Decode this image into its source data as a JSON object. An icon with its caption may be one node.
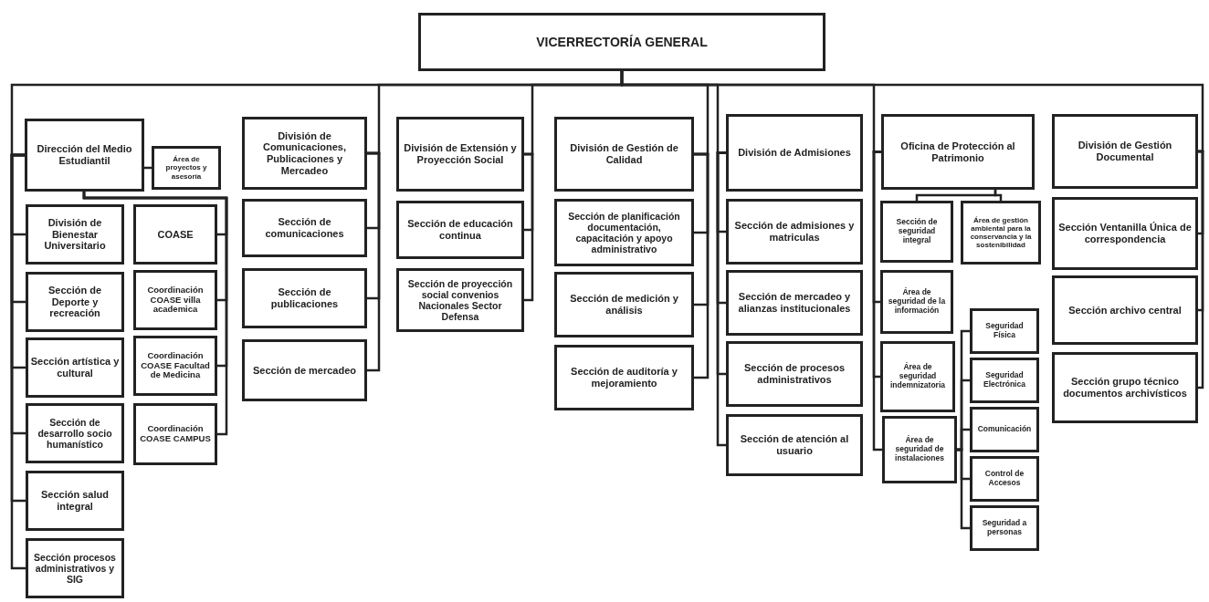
{
  "diagram": {
    "nodes": [
      {
        "text": [
          "VICERRECTORÍA GENERAL"
        ]
      },
      {
        "text": [
          "Dirección del Medio Estudiantil"
        ]
      },
      {
        "text": [
          "Área de proyectos y asesoría"
        ]
      },
      {
        "text": [
          "División de Bienestar Universitario"
        ]
      },
      {
        "text": [
          "Sección de Deporte y recreación"
        ]
      },
      {
        "text": [
          "Sección artística y cultural"
        ]
      },
      {
        "text": [
          "Sección de desarrollo socio humanístico"
        ]
      },
      {
        "text": [
          "Sección salud integral"
        ]
      },
      {
        "text": [
          "Sección procesos administrativos y SIG"
        ]
      },
      {
        "text": [
          "COASE"
        ]
      },
      {
        "text": [
          "Coordinación COASE villa academica"
        ]
      },
      {
        "text": [
          "Coordinación COASE Facultad de Medicina"
        ]
      },
      {
        "text": [
          "Coordinación COASE CAMPUS"
        ]
      },
      {
        "text": [
          "División de Comunicaciones, Publicaciones y Mercadeo"
        ]
      },
      {
        "text": [
          "Sección de comunicaciones"
        ]
      },
      {
        "text": [
          "Sección de publicaciones"
        ]
      },
      {
        "text": [
          "Sección de mercadeo"
        ]
      },
      {
        "text": [
          "División de Extensión y Proyección Social"
        ]
      },
      {
        "text": [
          "Sección de educación continua"
        ]
      },
      {
        "text": [
          "Sección de proyección social convenios Nacionales Sector Defensa"
        ]
      },
      {
        "text": [
          "División de Gestión de Calidad"
        ]
      },
      {
        "text": [
          "Sección de planificación documentación, capacitación y apoyo administrativo"
        ]
      },
      {
        "text": [
          "Sección de medición y análisis"
        ]
      },
      {
        "text": [
          "Sección de auditoría y mejoramiento"
        ]
      },
      {
        "text": [
          "División de Admisiones"
        ]
      },
      {
        "text": [
          "Sección de admisiones y matriculas"
        ]
      },
      {
        "text": [
          "Sección de mercadeo y alianzas institucionales"
        ]
      },
      {
        "text": [
          "Sección de procesos administrativos"
        ]
      },
      {
        "text": [
          "Sección de atención al usuario"
        ]
      },
      {
        "text": [
          "Oficina de Protección al Patrimonio"
        ]
      },
      {
        "text": [
          "Sección de seguridad integral"
        ]
      },
      {
        "text": [
          "Área de gestión ambiental para la conservancia y la sostenibilidad"
        ]
      },
      {
        "text": [
          "Área de seguridad de la información"
        ]
      },
      {
        "text": [
          "Área de seguridad indemnizatoria"
        ]
      },
      {
        "text": [
          "Área de seguridad de instalaciones"
        ]
      },
      {
        "text": [
          "Seguridad Física"
        ]
      },
      {
        "text": [
          "Seguridad Electrónica"
        ]
      },
      {
        "text": [
          "Comunicación"
        ]
      },
      {
        "text": [
          "Control de Accesos"
        ]
      },
      {
        "text": [
          "Seguridad a personas"
        ]
      },
      {
        "text": [
          "División de Gestión Documental"
        ]
      },
      {
        "text": [
          "Sección Ventanilla Única de correspondencia"
        ]
      },
      {
        "text": [
          "Sección archivo central"
        ]
      },
      {
        "text": [
          "Sección  grupo técnico documentos archivísticos"
        ]
      }
    ],
    "edges": [
      {
        "from": 0,
        "to": 1,
        "arrow": "none"
      },
      {
        "from": 0,
        "to": 13,
        "arrow": "none"
      },
      {
        "from": 0,
        "to": 17,
        "arrow": "none"
      },
      {
        "from": 0,
        "to": 20,
        "arrow": "none"
      },
      {
        "from": 0,
        "to": 24,
        "arrow": "none"
      },
      {
        "from": 0,
        "to": 29,
        "arrow": "none"
      },
      {
        "from": 0,
        "to": 40,
        "arrow": "none"
      },
      {
        "from": 1,
        "to": 2,
        "arrow": "none"
      },
      {
        "from": 1,
        "to": 3,
        "arrow": "none"
      },
      {
        "from": 1,
        "to": 4,
        "arrow": "none"
      },
      {
        "from": 1,
        "to": 5,
        "arrow": "none"
      },
      {
        "from": 1,
        "to": 6,
        "arrow": "none"
      },
      {
        "from": 1,
        "to": 7,
        "arrow": "none"
      },
      {
        "from": 1,
        "to": 8,
        "arrow": "none"
      },
      {
        "from": 1,
        "to": 9,
        "arrow": "none"
      },
      {
        "from": 1,
        "to": 10,
        "arrow": "none"
      },
      {
        "from": 1,
        "to": 11,
        "arrow": "none"
      },
      {
        "from": 1,
        "to": 12,
        "arrow": "none"
      },
      {
        "from": 13,
        "to": 14,
        "arrow": "none"
      },
      {
        "from": 13,
        "to": 15,
        "arrow": "none"
      },
      {
        "from": 13,
        "to": 16,
        "arrow": "none"
      },
      {
        "from": 17,
        "to": 18,
        "arrow": "none"
      },
      {
        "from": 17,
        "to": 19,
        "arrow": "none"
      },
      {
        "from": 20,
        "to": 21,
        "arrow": "none"
      },
      {
        "from": 20,
        "to": 22,
        "arrow": "none"
      },
      {
        "from": 20,
        "to": 23,
        "arrow": "none"
      },
      {
        "from": 24,
        "to": 25,
        "arrow": "none"
      },
      {
        "from": 24,
        "to": 26,
        "arrow": "none"
      },
      {
        "from": 24,
        "to": 27,
        "arrow": "none"
      },
      {
        "from": 24,
        "to": 28,
        "arrow": "none"
      },
      {
        "from": 29,
        "to": 30,
        "arrow": "none"
      },
      {
        "from": 29,
        "to": 31,
        "arrow": "none"
      },
      {
        "from": 29,
        "to": 32,
        "arrow": "none"
      },
      {
        "from": 29,
        "to": 33,
        "arrow": "none"
      },
      {
        "from": 29,
        "to": 34,
        "arrow": "none"
      },
      {
        "from": 34,
        "to": 35,
        "arrow": "none"
      },
      {
        "from": 34,
        "to": 36,
        "arrow": "none"
      },
      {
        "from": 34,
        "to": 37,
        "arrow": "none"
      },
      {
        "from": 34,
        "to": 38,
        "arrow": "none"
      },
      {
        "from": 34,
        "to": 39,
        "arrow": "none"
      },
      {
        "from": 40,
        "to": 41,
        "arrow": "none"
      },
      {
        "from": 40,
        "to": 42,
        "arrow": "none"
      },
      {
        "from": 40,
        "to": 43,
        "arrow": "none"
      }
    ]
  }
}
